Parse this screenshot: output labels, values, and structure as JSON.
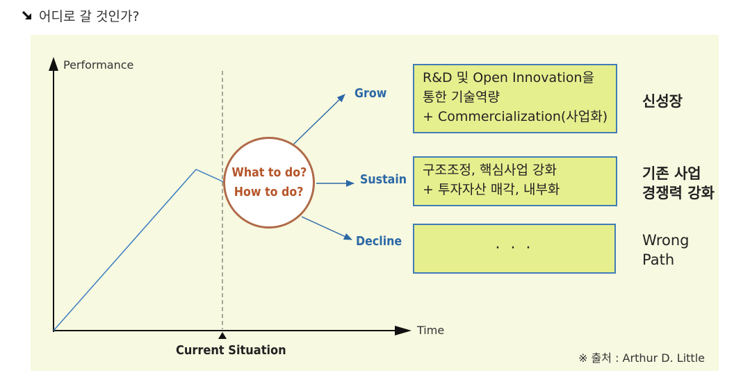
{
  "heading": {
    "icon": "arrow-down-right-icon",
    "text": "어디로 갈 것인가?"
  },
  "axes": {
    "y_label": "Performance",
    "x_label": "Time",
    "marker_label": "Current Situation"
  },
  "decision": {
    "line1": "What to do?",
    "line2": "How to do?"
  },
  "branches": [
    {
      "label": "Grow",
      "box_lines": [
        "R&D 및 Open Innovation을",
        "통한 기술역량",
        "+ Commercialization(사업화)"
      ],
      "result_lines": [
        "신성장"
      ]
    },
    {
      "label": "Sustain",
      "box_lines": [
        "구조조정, 핵심사업 강화",
        "+ 투자자산 매각, 내부화"
      ],
      "result_lines": [
        "기존 사업",
        "경쟁력 강화"
      ]
    },
    {
      "label": "Decline",
      "box_lines": [
        "· · ·"
      ],
      "result_lines": [
        "Wrong",
        "Path"
      ]
    }
  ],
  "source": "※ 출처 : Arthur D. Little",
  "colors": {
    "panel": "#f7f9e0",
    "box_fill": "#e6ef8e",
    "box_border": "#3f7cb6",
    "accent_blue": "#2c68a6",
    "circle_text": "#b5552a",
    "circle_border": "#b06a48"
  }
}
